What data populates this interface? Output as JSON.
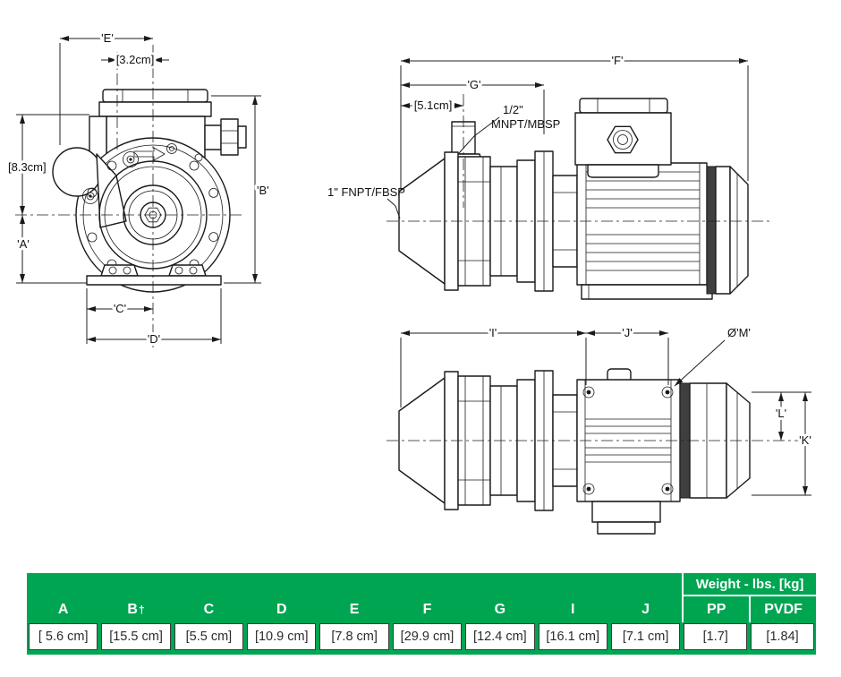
{
  "colors": {
    "green": "#00A551",
    "line": "#1a1a1a"
  },
  "front_view": {
    "dim_e": "'E'",
    "dim_offset_e": "[3.2cm]",
    "dim_upper": "[8.3cm]",
    "dim_a": "'A'",
    "dim_b": "'B'",
    "dim_c": "'C'",
    "dim_d": "'D'"
  },
  "side_view": {
    "dim_f": "'F'",
    "dim_g": "'G'",
    "dim_port": "[5.1cm]",
    "discharge_line1": "1/2\"",
    "discharge_line2": "MNPT/MBSP",
    "suction": "1\" FNPT/FBSP"
  },
  "top_view": {
    "dim_i": "'I'",
    "dim_j": "'J'",
    "dim_m": "Ø'M'",
    "dim_l": "'L'",
    "dim_k": "'K'"
  },
  "table": {
    "weight_header": "Weight - lbs. [kg]",
    "dagger": "†",
    "columns": [
      "A",
      "B",
      "C",
      "D",
      "E",
      "F",
      "G",
      "I",
      "J",
      "PP",
      "PVDF"
    ],
    "values": [
      "[ 5.6 cm]",
      "[15.5 cm]",
      "[5.5 cm]",
      "[10.9 cm]",
      "[7.8 cm]",
      "[29.9 cm]",
      "[12.4 cm]",
      "[16.1 cm]",
      "[7.1 cm]",
      "[1.7]",
      "[1.84]"
    ]
  }
}
